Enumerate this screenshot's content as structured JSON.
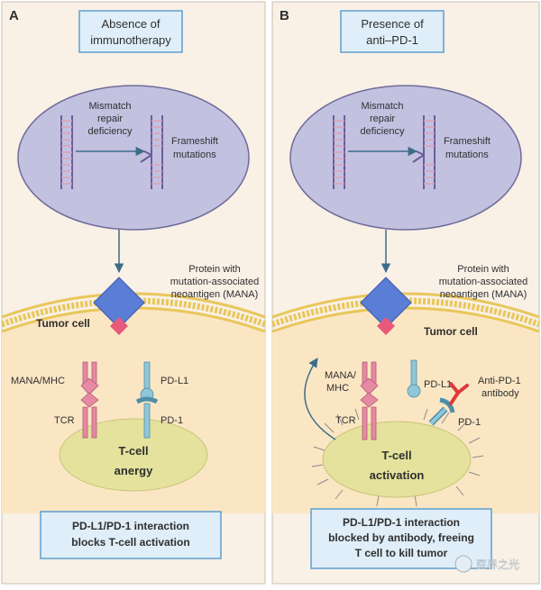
{
  "colors": {
    "panel_bg": "#f9f0e6",
    "cell_body": "#fbe6c4",
    "box_fill": "#dfeef8",
    "box_stroke": "#5d9fd0",
    "ellipse_fill": "#c3c1e0",
    "ellipse_stroke": "#6f6c99",
    "membrane": "#e8c75a",
    "tcell": "#e4e29c",
    "diamond_blue": "#5a7dd6",
    "diamond_red": "#e8597b",
    "tcr_pink": "#e58aa2",
    "pd_teal": "#8fc7d9",
    "antibody_red": "#dd3a3e",
    "arrow": "#3b6d8a",
    "text": "#2f2f2f"
  },
  "panel_a": {
    "letter": "A",
    "header_line1": "Absence of",
    "header_line2": "immunotherapy",
    "mismatch_line1": "Mismatch",
    "mismatch_line2": "repair",
    "mismatch_line3": "deficiency",
    "frameshift_line1": "Frameshift",
    "frameshift_line2": "mutations",
    "protein_line1": "Protein with",
    "protein_line2": "mutation-associated",
    "protein_line3": "neoantigen (MANA)",
    "tumor_cell": "Tumor cell",
    "mana_mhc": "MANA/MHC",
    "tcr": "TCR",
    "pdl1": "PD-L1",
    "pd1": "PD-1",
    "tcell_line1": "T-cell",
    "tcell_line2": "anergy",
    "footer_line1": "PD-L1/PD-1 interaction",
    "footer_line2": "blocks T-cell activation"
  },
  "panel_b": {
    "letter": "B",
    "header_line1": "Presence of",
    "header_line2": "anti–PD-1",
    "mismatch_line1": "Mismatch",
    "mismatch_line2": "repair",
    "mismatch_line3": "deficiency",
    "frameshift_line1": "Frameshift",
    "frameshift_line2": "mutations",
    "protein_line1": "Protein with",
    "protein_line2": "mutation-associated",
    "protein_line3": "neoantigen (MANA)",
    "tumor_cell": "Tumor cell",
    "mana_line1": "MANA/",
    "mana_line2": "MHC",
    "tcr": "TCR",
    "pdl1": "PD-L1",
    "pd1": "PD-1",
    "anti_line1": "Anti-PD-1",
    "anti_line2": "antibody",
    "tcell_line1": "T-cell",
    "tcell_line2": "activation",
    "footer_line1": "PD-L1/PD-1 interaction",
    "footer_line2": "blocked by antibody, freeing",
    "footer_line3": "T cell to kill tumor"
  },
  "watermark": "医界之光"
}
